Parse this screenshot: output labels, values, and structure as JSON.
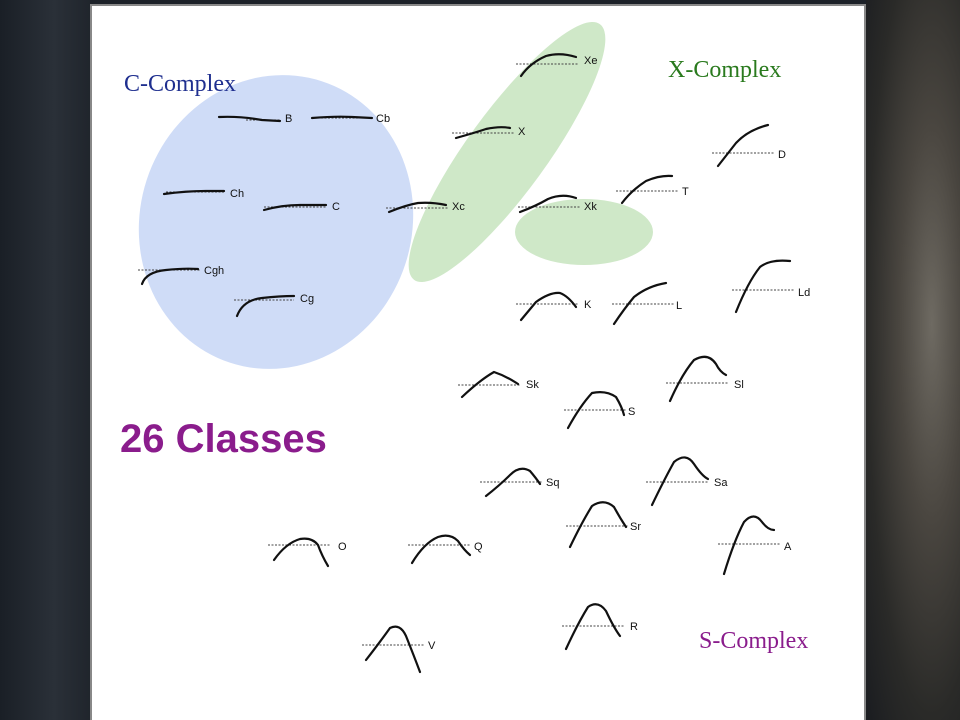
{
  "colors": {
    "c_complex": "#cfdcf7",
    "x_complex": "#cfe8c8",
    "c_label": "#1f2f8f",
    "x_label": "#2a7a1e",
    "s_label": "#8a1c8c",
    "title": "#8a1c8c"
  },
  "labels": {
    "c_complex": "C-Complex",
    "x_complex": "X-Complex",
    "s_complex": "S-Complex",
    "total": "26 Classes"
  },
  "classes": [
    {
      "id": "B",
      "label": "B"
    },
    {
      "id": "Cb",
      "label": "Cb"
    },
    {
      "id": "Ch",
      "label": "Ch"
    },
    {
      "id": "C",
      "label": "C"
    },
    {
      "id": "Cgh",
      "label": "Cgh"
    },
    {
      "id": "Cg",
      "label": "Cg"
    },
    {
      "id": "Xe",
      "label": "Xe"
    },
    {
      "id": "X",
      "label": "X"
    },
    {
      "id": "Xc",
      "label": "Xc"
    },
    {
      "id": "Xk",
      "label": "Xk"
    },
    {
      "id": "D",
      "label": "D"
    },
    {
      "id": "T",
      "label": "T"
    },
    {
      "id": "K",
      "label": "K"
    },
    {
      "id": "L",
      "label": "L"
    },
    {
      "id": "Ld",
      "label": "Ld"
    },
    {
      "id": "Sk",
      "label": "Sk"
    },
    {
      "id": "S",
      "label": "S"
    },
    {
      "id": "Sl",
      "label": "Sl"
    },
    {
      "id": "Sq",
      "label": "Sq"
    },
    {
      "id": "Sa",
      "label": "Sa"
    },
    {
      "id": "Sr",
      "label": "Sr"
    },
    {
      "id": "A",
      "label": "A"
    },
    {
      "id": "O",
      "label": "O"
    },
    {
      "id": "Q",
      "label": "Q"
    },
    {
      "id": "R",
      "label": "R"
    },
    {
      "id": "V",
      "label": "V"
    }
  ]
}
